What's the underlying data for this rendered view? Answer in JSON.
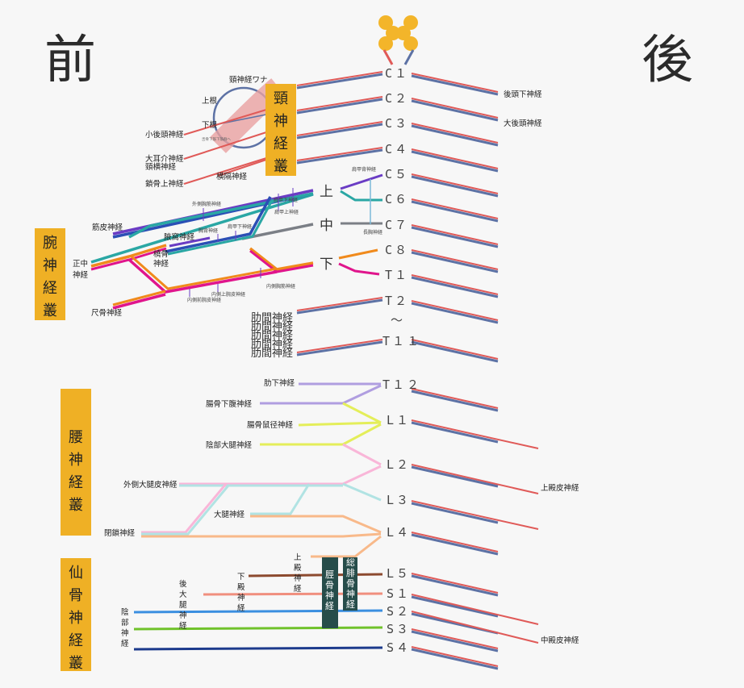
{
  "headings": {
    "front": "前",
    "back": "後"
  },
  "segments": {
    "C1": "C１",
    "C2": "C２",
    "C3": "C３",
    "C4": "C４",
    "C5": "C５",
    "C6": "C６",
    "C7": "C７",
    "C8": "C８",
    "T1": "T１",
    "T2": "T２",
    "tilde": "～",
    "T11": "T１１",
    "T12": "T１２",
    "L1": "L１",
    "L2": "L２",
    "L3": "L３",
    "L4": "L４",
    "L5": "L５",
    "S1": "S１",
    "S2": "S２",
    "S3": "S３",
    "S4": "S４"
  },
  "plexus": {
    "cervical": [
      "頸",
      "神",
      "経",
      "叢"
    ],
    "brachial": [
      "腕",
      "神",
      "経",
      "叢"
    ],
    "lumbar": [
      "腰",
      "神",
      "経",
      "叢"
    ],
    "sacral": [
      "仙",
      "骨",
      "神",
      "経",
      "叢"
    ]
  },
  "cervical_labels": {
    "loop": "頸神経ワナ",
    "upper_root": "上根",
    "lower_root": "下根",
    "lower_root_note": "舌骨下筋下筋群へ",
    "lesser_occipital": "小後頭神経",
    "great_auricular": "大耳介神経",
    "transverse_cervical": "頸横神経",
    "supraclavicular": "鎖骨上神経",
    "phrenic": "横隔神経"
  },
  "brachial_labels": {
    "trunk_upper": "上",
    "trunk_middle": "中",
    "trunk_lower": "下",
    "musculocutaneous": "筋皮神経",
    "axillary": "腋窩神経",
    "radial_1": "橈骨",
    "radial_2": "神経",
    "median_1": "正中",
    "median_2": "神経",
    "ulnar": "尺骨神経",
    "suprascapular": "肩甲上神経",
    "subscapular": "肩甲下神経",
    "lateral_pectoral": "外側胸筋神経",
    "thoracodorsal": "胸背神経",
    "upper_subscapular": "肩甲下神経",
    "dorsal_scapular": "肩甲背神経",
    "long_thoracic": "長胸神経",
    "medial_pectoral": "内側胸筋神経",
    "medial_brachial_cutaneous": "内側上腕皮神経",
    "medial_antebrachial_cutaneous": "内側前腕皮神経"
  },
  "intercostal": [
    "肋間神経",
    "肋間神経",
    "肋間神経",
    "肋間神経",
    "肋間神経"
  ],
  "lumbar_labels": {
    "subcostal": "肋下神経",
    "iliohypogastric": "腸骨下腹神経",
    "ilioinguinal": "腸骨鼠径神経",
    "genitofemoral": "陰部大腿神経",
    "lateral_femoral_cutaneous": "外側大腿皮神経",
    "femoral": "大腿神経",
    "obturator": "閉鎖神経"
  },
  "sacral_labels": {
    "superior_gluteal": [
      "上",
      "殿",
      "神",
      "経"
    ],
    "inferior_gluteal": [
      "下",
      "殿",
      "神",
      "経"
    ],
    "posterior_femoral_cutaneous": [
      "後",
      "大",
      "腿",
      "神",
      "経"
    ],
    "pudendal": [
      "陰",
      "部",
      "神",
      "経"
    ],
    "tibial": [
      "脛",
      "骨",
      "神",
      "経"
    ],
    "common_fibular": [
      "総",
      "腓",
      "骨",
      "神",
      "経"
    ]
  },
  "posterior_labels": {
    "suboccipital": "後頭下神経",
    "greater_occipital": "大後頭神経",
    "superior_cluneal": "上殿皮神経",
    "middle_cluneal": "中殿皮神経"
  },
  "colors": {
    "box": "#efb025",
    "red": "#e05a58",
    "blue": "#5d72a5",
    "dark_teal": "#264d4a",
    "orange": "#f08a1c",
    "magenta": "#e0158c"
  }
}
